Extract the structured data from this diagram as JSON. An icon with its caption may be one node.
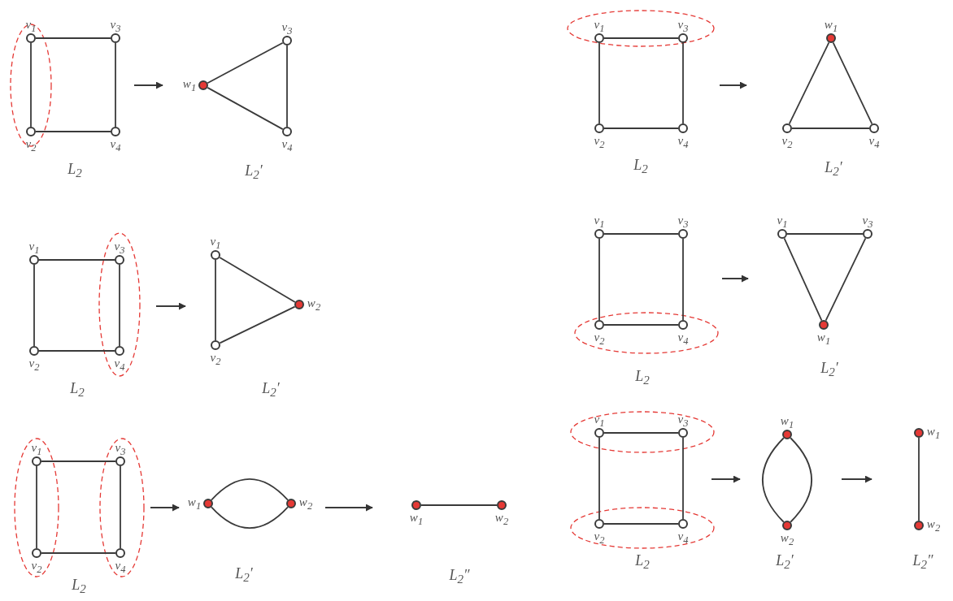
{
  "diagram": {
    "nodes": [
      {
        "text": [
          "L$_{2}$"
        ]
      },
      {
        "text": [],
        "shape": "circle",
        "in": 0,
        "beside": [
          "v$_{1}$"
        ]
      },
      {
        "text": [],
        "shape": "circle",
        "in": 0,
        "beside": [
          "v$_{3}$"
        ]
      },
      {
        "text": [],
        "shape": "circle",
        "in": 0,
        "beside": [
          "v$_{2}$"
        ]
      },
      {
        "text": [],
        "shape": "circle",
        "in": 0,
        "beside": [
          "v$_{4}$"
        ]
      },
      {
        "text": [
          "L$_{2}$′"
        ]
      },
      {
        "text": [],
        "shape": "circle",
        "in": 5,
        "beside": [
          "v$_{3}$"
        ]
      },
      {
        "text": [],
        "shape": "dot",
        "in": 5,
        "beside": [
          "w$_{1}$"
        ]
      },
      {
        "text": [],
        "shape": "circle",
        "in": 5,
        "beside": [
          "v$_{4}$"
        ]
      },
      {
        "text": [
          "L$_{2}$"
        ]
      },
      {
        "text": [],
        "shape": "circle",
        "in": 9,
        "beside": [
          "v$_{1}$"
        ]
      },
      {
        "text": [],
        "shape": "circle",
        "in": 9,
        "beside": [
          "v$_{3}$"
        ]
      },
      {
        "text": [],
        "shape": "circle",
        "in": 9,
        "beside": [
          "v$_{2}$"
        ]
      },
      {
        "text": [],
        "shape": "circle",
        "in": 9,
        "beside": [
          "v$_{4}$"
        ]
      },
      {
        "text": [
          "L$_{2}$′"
        ]
      },
      {
        "text": [],
        "shape": "dot",
        "in": 14,
        "beside": [
          "w$_{1}$"
        ]
      },
      {
        "text": [],
        "shape": "circle",
        "in": 14,
        "beside": [
          "v$_{2}$"
        ]
      },
      {
        "text": [],
        "shape": "circle",
        "in": 14,
        "beside": [
          "v$_{4}$"
        ]
      },
      {
        "text": [
          "L$_{2}$"
        ]
      },
      {
        "text": [],
        "shape": "circle",
        "in": 18,
        "beside": [
          "v$_{1}$"
        ]
      },
      {
        "text": [],
        "shape": "circle",
        "in": 18,
        "beside": [
          "v$_{3}$"
        ]
      },
      {
        "text": [],
        "shape": "circle",
        "in": 18,
        "beside": [
          "v$_{2}$"
        ]
      },
      {
        "text": [],
        "shape": "circle",
        "in": 18,
        "beside": [
          "v$_{4}$"
        ]
      },
      {
        "text": [
          "L$_{2}$′"
        ]
      },
      {
        "text": [],
        "shape": "circle",
        "in": 23,
        "beside": [
          "v$_{1}$"
        ]
      },
      {
        "text": [],
        "shape": "dot",
        "in": 23,
        "beside": [
          "w$_{2}$"
        ]
      },
      {
        "text": [],
        "shape": "circle",
        "in": 23,
        "beside": [
          "v$_{2}$"
        ]
      },
      {
        "text": [
          "L$_{2}$"
        ]
      },
      {
        "text": [],
        "shape": "circle",
        "in": 27,
        "beside": [
          "v$_{1}$"
        ]
      },
      {
        "text": [],
        "shape": "circle",
        "in": 27,
        "beside": [
          "v$_{3}$"
        ]
      },
      {
        "text": [],
        "shape": "circle",
        "in": 27,
        "beside": [
          "v$_{2}$"
        ]
      },
      {
        "text": [],
        "shape": "circle",
        "in": 27,
        "beside": [
          "v$_{4}$"
        ]
      },
      {
        "text": [
          "L$_{2}$′"
        ]
      },
      {
        "text": [],
        "shape": "circle",
        "in": 32,
        "beside": [
          "v$_{1}$"
        ]
      },
      {
        "text": [],
        "shape": "circle",
        "in": 32,
        "beside": [
          "v$_{3}$"
        ]
      },
      {
        "text": [],
        "shape": "dot",
        "in": 32,
        "beside": [
          "w$_{1}$"
        ]
      },
      {
        "text": [
          "L$_{2}$"
        ]
      },
      {
        "text": [],
        "shape": "circle",
        "in": 36,
        "beside": [
          "v$_{1}$"
        ]
      },
      {
        "text": [],
        "shape": "circle",
        "in": 36,
        "beside": [
          "v$_{3}$"
        ]
      },
      {
        "text": [],
        "shape": "circle",
        "in": 36,
        "beside": [
          "v$_{2}$"
        ]
      },
      {
        "text": [],
        "shape": "circle",
        "in": 36,
        "beside": [
          "v$_{4}$"
        ]
      },
      {
        "text": [
          "L$_{2}$′"
        ]
      },
      {
        "text": [],
        "shape": "dot",
        "in": 41,
        "beside": [
          "w$_{1}$"
        ]
      },
      {
        "text": [],
        "shape": "dot",
        "in": 41,
        "beside": [
          "w$_{2}$"
        ]
      },
      {
        "text": [
          "L$_{2}$″"
        ]
      },
      {
        "text": [],
        "shape": "dot",
        "in": 44,
        "beside": [
          "w$_{1}$"
        ]
      },
      {
        "text": [],
        "shape": "dot",
        "in": 44,
        "beside": [
          "w$_{2}$"
        ]
      },
      {
        "text": [
          "L$_{2}$"
        ]
      },
      {
        "text": [],
        "shape": "circle",
        "in": 47,
        "beside": [
          "v$_{1}$"
        ]
      },
      {
        "text": [],
        "shape": "circle",
        "in": 47,
        "beside": [
          "v$_{3}$"
        ]
      },
      {
        "text": [],
        "shape": "circle",
        "in": 47,
        "beside": [
          "v$_{2}$"
        ]
      },
      {
        "text": [],
        "shape": "circle",
        "in": 47,
        "beside": [
          "v$_{4}$"
        ]
      },
      {
        "text": [
          "L$_{2}$′"
        ]
      },
      {
        "text": [],
        "shape": "dot",
        "in": 52,
        "beside": [
          "w$_{1}$"
        ]
      },
      {
        "text": [],
        "shape": "dot",
        "in": 52,
        "beside": [
          "w$_{2}$"
        ]
      },
      {
        "text": [
          "L$_{2}$″"
        ]
      },
      {
        "text": [],
        "shape": "dot",
        "in": 55,
        "beside": [
          "w$_{1}$"
        ]
      },
      {
        "text": [],
        "shape": "dot",
        "in": 55,
        "beside": [
          "w$_{2}$"
        ]
      }
    ],
    "edges": [
      {
        "from": 1,
        "to": 2,
        "arrow": "none"
      },
      {
        "from": 1,
        "to": 3,
        "arrow": "none"
      },
      {
        "from": 2,
        "to": 4,
        "arrow": "none"
      },
      {
        "from": 3,
        "to": 4,
        "arrow": "none"
      },
      {
        "from": 7,
        "to": 6,
        "arrow": "none"
      },
      {
        "from": 7,
        "to": 8,
        "arrow": "none"
      },
      {
        "from": 6,
        "to": 8,
        "arrow": "none"
      },
      {
        "from": 0,
        "to": 5,
        "arrow": "to"
      },
      {
        "from": 10,
        "to": 11,
        "arrow": "none"
      },
      {
        "from": 10,
        "to": 12,
        "arrow": "none"
      },
      {
        "from": 11,
        "to": 13,
        "arrow": "none"
      },
      {
        "from": 12,
        "to": 13,
        "arrow": "none"
      },
      {
        "from": 15,
        "to": 16,
        "arrow": "none"
      },
      {
        "from": 15,
        "to": 17,
        "arrow": "none"
      },
      {
        "from": 16,
        "to": 17,
        "arrow": "none"
      },
      {
        "from": 9,
        "to": 14,
        "arrow": "to"
      },
      {
        "from": 19,
        "to": 20,
        "arrow": "none"
      },
      {
        "from": 19,
        "to": 21,
        "arrow": "none"
      },
      {
        "from": 20,
        "to": 22,
        "arrow": "none"
      },
      {
        "from": 21,
        "to": 22,
        "arrow": "none"
      },
      {
        "from": 24,
        "to": 25,
        "arrow": "none"
      },
      {
        "from": 24,
        "to": 26,
        "arrow": "none"
      },
      {
        "from": 25,
        "to": 26,
        "arrow": "none"
      },
      {
        "from": 18,
        "to": 23,
        "arrow": "to"
      },
      {
        "from": 28,
        "to": 29,
        "arrow": "none"
      },
      {
        "from": 28,
        "to": 30,
        "arrow": "none"
      },
      {
        "from": 29,
        "to": 31,
        "arrow": "none"
      },
      {
        "from": 30,
        "to": 31,
        "arrow": "none"
      },
      {
        "from": 33,
        "to": 34,
        "arrow": "none"
      },
      {
        "from": 33,
        "to": 35,
        "arrow": "none"
      },
      {
        "from": 34,
        "to": 35,
        "arrow": "none"
      },
      {
        "from": 27,
        "to": 32,
        "arrow": "to"
      },
      {
        "from": 37,
        "to": 38,
        "arrow": "none"
      },
      {
        "from": 37,
        "to": 39,
        "arrow": "none"
      },
      {
        "from": 38,
        "to": 40,
        "arrow": "none"
      },
      {
        "from": 39,
        "to": 40,
        "arrow": "none"
      },
      {
        "from": 42,
        "to": 43,
        "arrow": "none"
      },
      {
        "from": 42,
        "to": 43,
        "arrow": "none"
      },
      {
        "from": 45,
        "to": 46,
        "arrow": "none"
      },
      {
        "from": 36,
        "to": 41,
        "arrow": "to"
      },
      {
        "from": 41,
        "to": 44,
        "arrow": "to"
      },
      {
        "from": 48,
        "to": 49,
        "arrow": "none"
      },
      {
        "from": 48,
        "to": 50,
        "arrow": "none"
      },
      {
        "from": 49,
        "to": 51,
        "arrow": "none"
      },
      {
        "from": 50,
        "to": 51,
        "arrow": "none"
      },
      {
        "from": 53,
        "to": 54,
        "arrow": "none"
      },
      {
        "from": 53,
        "to": 54,
        "arrow": "none"
      },
      {
        "from": 56,
        "to": 57,
        "arrow": "none"
      },
      {
        "from": 47,
        "to": 52,
        "arrow": "to"
      },
      {
        "from": 52,
        "to": 55,
        "arrow": "to"
      }
    ]
  }
}
